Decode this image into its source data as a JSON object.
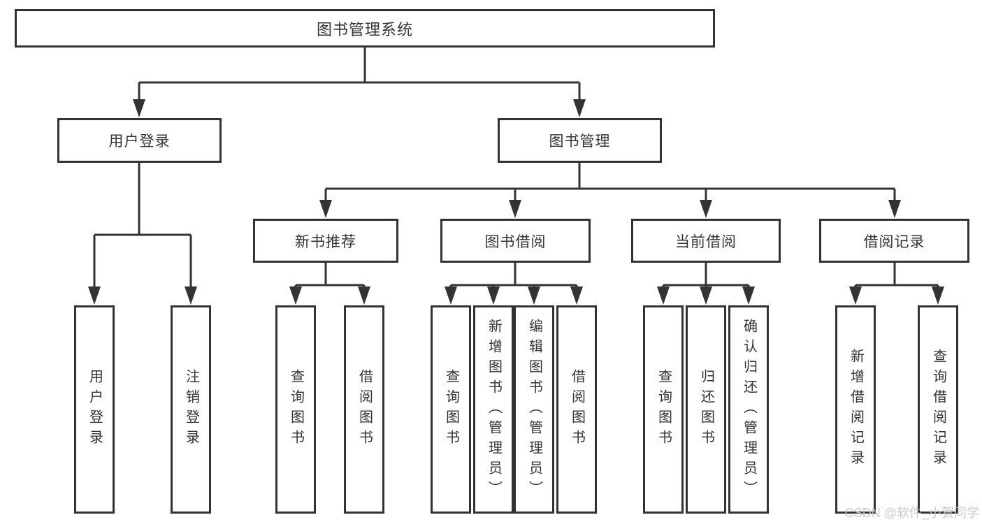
{
  "diagram": {
    "root": {
      "label": "图书管理系统"
    },
    "branches": [
      {
        "label": "用户登录",
        "children": [
          {
            "label": "用户登录"
          },
          {
            "label": "注销登录"
          }
        ]
      },
      {
        "label": "图书管理",
        "children": [
          {
            "label": "新书推荐",
            "children": [
              {
                "label": "查询图书"
              },
              {
                "label": "借阅图书"
              }
            ]
          },
          {
            "label": "图书借阅",
            "children": [
              {
                "label": "查询图书"
              },
              {
                "label": "新增图书（管理员）"
              },
              {
                "label": "编辑图书（管理员）"
              },
              {
                "label": "借阅图书"
              }
            ]
          },
          {
            "label": "当前借阅",
            "children": [
              {
                "label": "查询图书"
              },
              {
                "label": "归还图书"
              },
              {
                "label": "确认归还（管理员）"
              }
            ]
          },
          {
            "label": "借阅记录",
            "children": [
              {
                "label": "新增借阅记录"
              },
              {
                "label": "查询借阅记录"
              }
            ]
          }
        ]
      }
    ]
  },
  "watermark": {
    "text": "CSDN @软件_小贺同学"
  },
  "colors": {
    "line": "#333333",
    "box_border": "#333333",
    "box_background": "#ffffff",
    "text": "#333333",
    "watermark": "#c6c9cb",
    "page_background": "#ffffff"
  }
}
